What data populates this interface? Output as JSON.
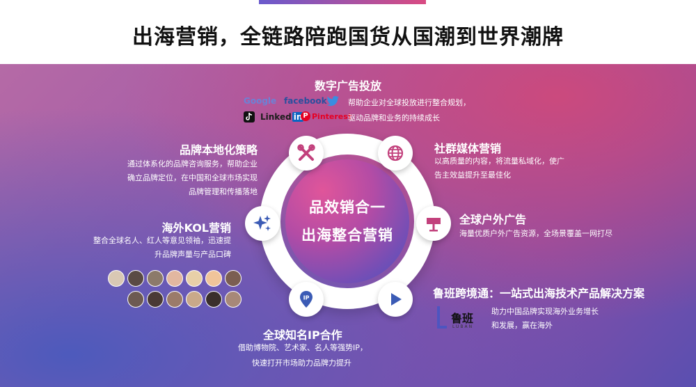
{
  "title": "出海营销，全链路陪跑国货从国潮到世界潮牌",
  "center": {
    "line1": "品效销合一",
    "line2": "出海整合营销"
  },
  "sections": {
    "digital_ads": {
      "title": "数字广告投放",
      "line1": "帮助企业对全球投放进行整合规划，",
      "line2": "驱动品牌和业务的持续成长"
    },
    "brand_local": {
      "title": "品牌本地化策略",
      "line1": "通过体系化的品牌咨询服务，帮助企业",
      "line2": "确立品牌定位，在中国和全球市场实现",
      "line3": "品牌管理和传播落地"
    },
    "social": {
      "title": "社群媒体营销",
      "line1": "以高质量的内容，将流量私域化，使广",
      "line2": "告主效益提升至最佳化"
    },
    "kol": {
      "title": "海外KOL营销",
      "line1": "整合全球名人、红人等意见领袖，迅速提",
      "line2": "升品牌声量与产品口碑"
    },
    "outdoor": {
      "title": "全球户外广告",
      "line1": "海量优质户外广告资源，全场景覆盖一网打尽"
    },
    "luban": {
      "title": "鲁班跨境通：一站式出海技术产品解决方案",
      "line1": "助力中国品牌实现海外业务增长",
      "line2": "和发展，赢在海外",
      "logo_text": "鲁班",
      "logo_sub": "LUBAN"
    },
    "ip": {
      "title": "全球知名IP合作",
      "line1": "借助博物院、艺术家、名人等强势IP，",
      "line2": "快速打开市场助力品牌力提升"
    }
  },
  "logos": {
    "google": "Google",
    "facebook": "facebook",
    "linkedin": "Linked",
    "linkedin_in": "in",
    "pinterest": "Pinterest"
  },
  "icons": [
    "tools-icon",
    "globe-icon",
    "sparkle-icon",
    "billboard-icon",
    "ip-pin-icon",
    "play-icon"
  ],
  "colors": {
    "accent_pink": "#d94b82",
    "accent_blue": "#4d55c0",
    "icon_pink": "#c2407c",
    "icon_blue": "#3b5bb5"
  }
}
